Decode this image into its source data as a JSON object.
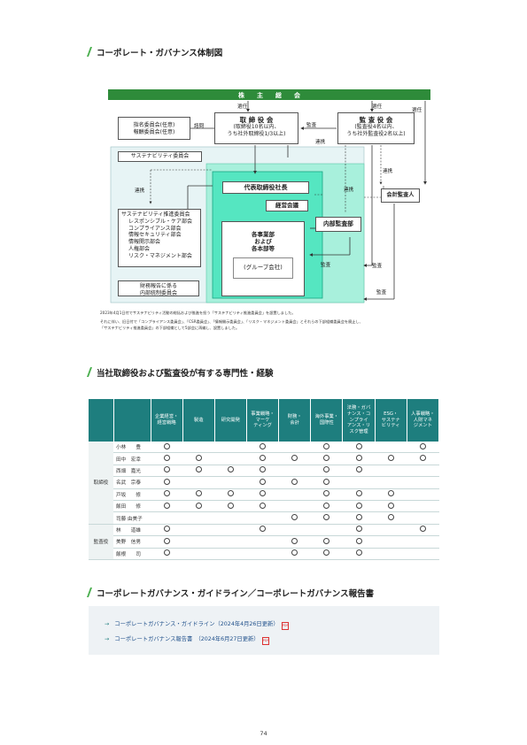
{
  "section1": {
    "title": "コーポレート・ガバナンス体制図"
  },
  "diagram": {
    "shareholders": "株　　主　　総　　会",
    "board": [
      "取 締 役 会",
      "(取締役10名以内、",
      "うち社外取締役1/3以上)"
    ],
    "auditors": [
      "監 査 役 会",
      "(監査役4名以内、",
      "うち社外監査役2名以上)"
    ],
    "committees": [
      "指名委員会(任意)",
      "報酬委員会(任意)"
    ],
    "sustainability_committee": "サステナビリティ委員会",
    "sub_committees": [
      "サステナビリティ推進委員会",
      "レスポンシブル・ケア部会",
      "コンプライアンス部会",
      "情報セキュリティ部会",
      "情報開示部会",
      "人権部会",
      "リスク・マネジメント部会"
    ],
    "financial_committee": [
      "財務報告に係る",
      "内部統制委員会"
    ],
    "president": "代表取締役社長",
    "management_meeting": "経営会議",
    "divisions": [
      "各事業部",
      "および",
      "各本部等"
    ],
    "group_companies": "(グループ会社)",
    "internal_audit": "内部監査部",
    "accounting_auditor": "会計監査人",
    "labels": {
      "appoint1": "選任",
      "appoint2": "選任",
      "appoint3": "選任",
      "consult": "諮問",
      "audit_top": "監査",
      "coop1": "連携",
      "coop2": "連携",
      "coop3": "連携",
      "coop4": "連携",
      "audit1": "監査",
      "audit2": "監査",
      "audit3": "監査"
    },
    "notes": [
      "2023年4月1日付でサステナビリティ活動の総括および推進を担う「サステナビリティ推進委員会」を設置しました。",
      "それに伴い、旧日付で「コンプライアンス委員会」、「CSR委員会」、「情報開示委員会」、「リスク・マネジメント委員会」とそれらの下部組織委員会を廃止し、",
      "「サステナビリティ推進委員会」の下部組織として5部会に再編し、設置しました。"
    ]
  },
  "section2": {
    "title": "当社取締役および監査役が有する専門性・経験"
  },
  "skills_table": {
    "headers": [
      "企業経営・\n経営戦略",
      "製造",
      "研究開発",
      "事業戦略・\nマーケ\nティング",
      "財務・\n会計",
      "海外事業・\n国際性",
      "法務・ガバ\nナンス・コ\nンプライ\nアンス・リ\nスク管理",
      "ESG・\nサステナ\nビリティ",
      "人事戦略・\n人財マネ\nジメント"
    ],
    "groups": [
      {
        "label": "取締役",
        "rows": [
          {
            "name": "小林　　豊",
            "marks": [
              1,
              0,
              0,
              1,
              0,
              1,
              1,
              0,
              1
            ]
          },
          {
            "name": "田中　宏幸",
            "marks": [
              1,
              1,
              0,
              1,
              1,
              1,
              1,
              1,
              1
            ]
          },
          {
            "name": "西畑　嘉光",
            "marks": [
              1,
              1,
              1,
              1,
              0,
              1,
              1,
              0,
              0
            ]
          },
          {
            "name": "名武　宗泰",
            "marks": [
              1,
              0,
              0,
              1,
              1,
              1,
              0,
              0,
              0
            ]
          },
          {
            "name": "戸坂　　修",
            "marks": [
              1,
              1,
              1,
              1,
              0,
              1,
              1,
              1,
              0
            ]
          },
          {
            "name": "飯田　　修",
            "marks": [
              1,
              1,
              1,
              1,
              0,
              1,
              1,
              1,
              0
            ]
          },
          {
            "name": "司藤 由美子",
            "marks": [
              0,
              0,
              0,
              0,
              1,
              1,
              1,
              1,
              0
            ]
          }
        ]
      },
      {
        "label": "監査役",
        "rows": [
          {
            "name": "林　　道雄",
            "marks": [
              1,
              0,
              0,
              1,
              0,
              0,
              1,
              0,
              1
            ]
          },
          {
            "name": "美野　信男",
            "marks": [
              1,
              0,
              0,
              0,
              1,
              1,
              1,
              0,
              0
            ]
          },
          {
            "name": "飯根　　司",
            "marks": [
              1,
              0,
              0,
              0,
              1,
              1,
              1,
              0,
              0
            ]
          }
        ]
      }
    ]
  },
  "section3": {
    "title": "コーポレートガバナンス・ガイドライン／コーポレートガバナンス報告書"
  },
  "links": [
    {
      "text": "コーポレートガバナンス・ガイドライン（2024年4月26日更新）"
    },
    {
      "text": "コーポレートガバナンス報告書　（2024年6月27日更新）"
    }
  ],
  "pdf_label": "PDF",
  "link_arrow": "→",
  "page_number": "74"
}
